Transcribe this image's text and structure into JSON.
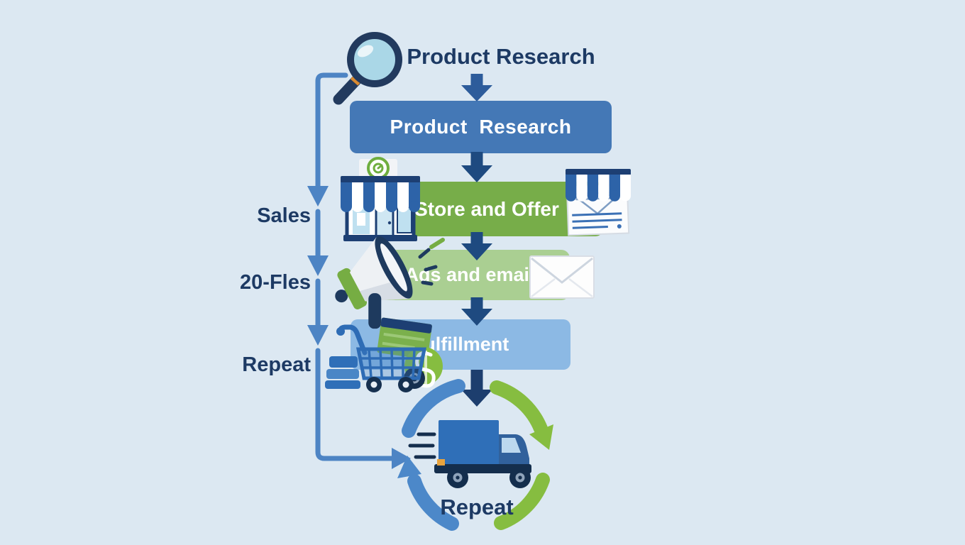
{
  "header": {
    "title": "Product Research"
  },
  "flow_steps": [
    {
      "label": "Product  Research",
      "fill": "#4478b6",
      "text_color": "#ffffff"
    },
    {
      "label": "Store and Offer",
      "fill": "#77ad49",
      "text_color": "#ffffff"
    },
    {
      "label": "Ads and email",
      "fill": "#aacf92",
      "text_color": "#ffffff"
    },
    {
      "label": "Fulfillment",
      "fill": "#8cb9e4",
      "text_color": "#ffffff"
    }
  ],
  "side_labels": [
    "Sales",
    "20-Fles",
    "Repeat"
  ],
  "cycle": {
    "label": "Repeat"
  },
  "icons": [
    "magnifier-icon",
    "storefront-icon",
    "awning-letter-icon",
    "megaphone-icon",
    "envelope-icon",
    "shopping-cart-icon",
    "delivery-truck-icon",
    "cycle-arrows-icon"
  ],
  "colors": {
    "background": "#dce8f2",
    "heading_text": "#1d3a64",
    "side_label_text": "#1d3a64",
    "cycle_label_text": "#1d3a64",
    "flow_arrow": "#1e4a80",
    "flow_arrow_top": "#2d5c9b",
    "left_line": "#4d84c4",
    "cycle_arc_blue": "#4c88c9",
    "cycle_arc_green": "#86bd40",
    "truck_blue": "#2f6fb8",
    "navy": "#1d3a5f"
  }
}
